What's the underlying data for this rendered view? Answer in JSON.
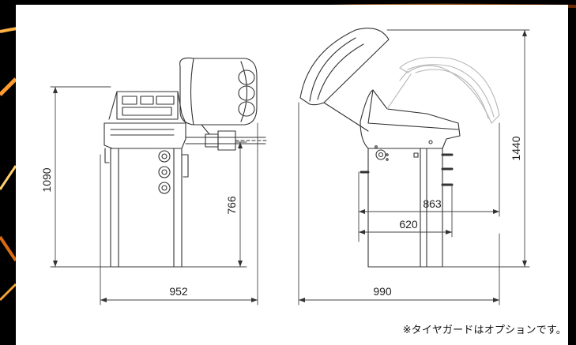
{
  "dimensions": {
    "front_height_total": "1090",
    "front_shaft_height": "766",
    "front_width": "952",
    "side_width": "990",
    "side_depth_top": "863",
    "side_depth_base": "620",
    "side_height_guard": "1440"
  },
  "note": "※タイヤガードはオプションです。",
  "colors": {
    "background": "#000000",
    "panel": "#ffffff",
    "line": "#333333",
    "guard_ghost": "#b5b5b5",
    "accent_streak": "#e07a1a"
  }
}
